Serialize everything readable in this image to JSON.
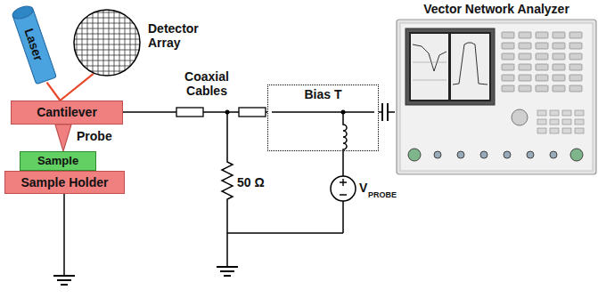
{
  "diagram": {
    "nodes": [
      {
        "text": [
          "Laser"
        ]
      },
      {
        "text": [
          "Detector Array"
        ]
      },
      {
        "text": [
          "Cantilever"
        ]
      },
      {
        "text": [
          "Sample"
        ]
      },
      {
        "text": [
          "Sample Holder"
        ]
      },
      {
        "text": [
          "Bias T"
        ]
      },
      {
        "text": [
          "Vector Network Analyzer"
        ]
      }
    ],
    "edges": [
      {
        "from": 0,
        "to": 2,
        "arrow": "none"
      },
      {
        "from": 2,
        "to": 1,
        "arrow": "none"
      },
      {
        "from": 2,
        "to": 5,
        "arrow": "none"
      },
      {
        "from": 5,
        "to": 6,
        "arrow": "none"
      }
    ],
    "labels": [
      "Probe",
      "Coaxial Cables",
      "50 Ω",
      "V",
      "PROBE"
    ]
  }
}
